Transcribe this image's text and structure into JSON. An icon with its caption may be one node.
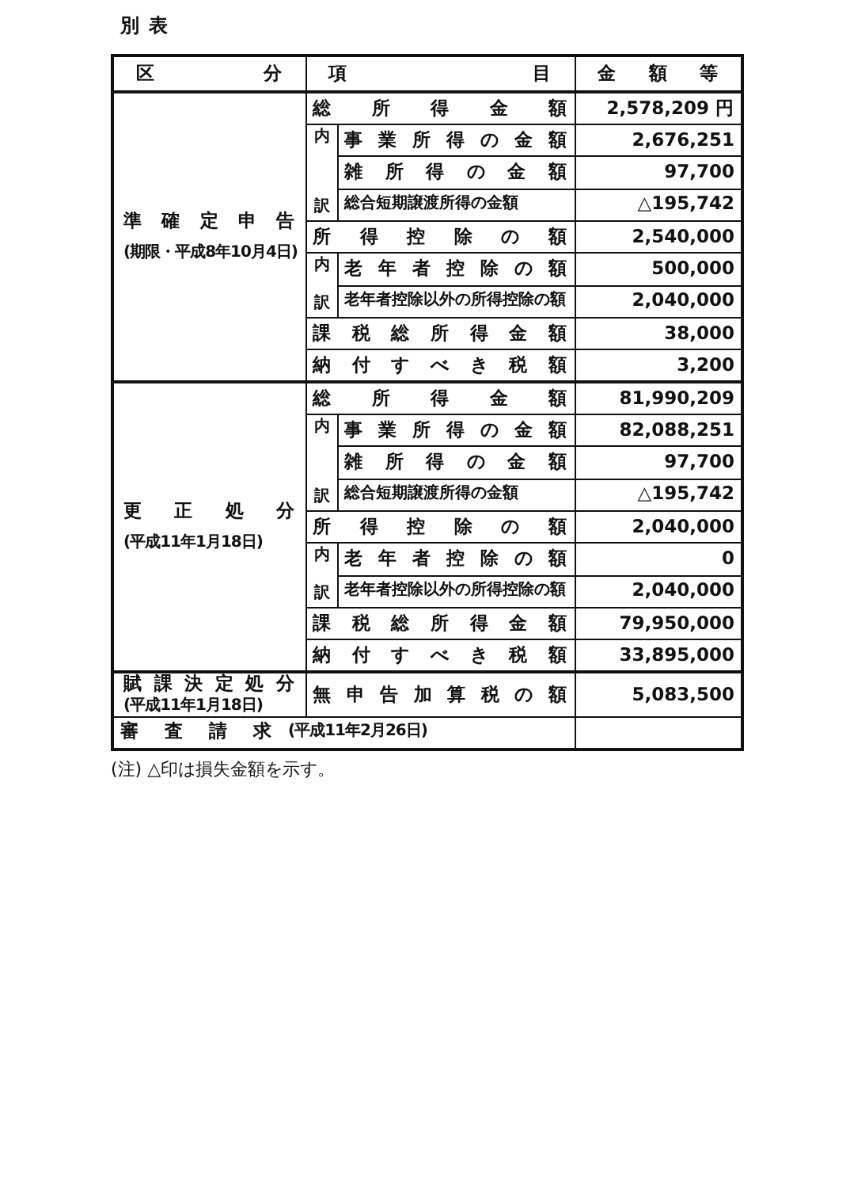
{
  "diagram": {
    "title": "別表",
    "labels": [
      "区分",
      "項目",
      "金額等",
      "準確定申告",
      "(期限・平成8年10月4日)",
      "総所得金額",
      "2,578,209 円",
      "内",
      "事業所得の金額",
      "2,676,251",
      "雑所得の金額",
      "97,700",
      "訳",
      "総合短期譲渡所得の金額",
      "△195,742",
      "所得控除の額",
      "2,540,000",
      "内",
      "老年者控除の額",
      "500,000",
      "訳",
      "老年者控除以外の所得控除の額",
      "2,040,000",
      "課税総所得金額",
      "38,000",
      "納付すべき税額",
      "3,200",
      "更正処分",
      "(平成11年1月18日)",
      "総所得金額",
      "81,990,209",
      "内",
      "事業所得の金額",
      "82,088,251",
      "雑所得の金額",
      "97,700",
      "訳",
      "総合短期譲渡所得の金額",
      "△195,742",
      "所得控除の額",
      "2,040,000",
      "内",
      "老年者控除の額",
      "0",
      "訳",
      "老年者控除以外の所得控除の額",
      "2,040,000",
      "課税総所得金額",
      "79,950,000",
      "納付すべき税額",
      "33,895,000",
      "賦課決定処分",
      "(平成11年1月18日)",
      "無申告加算税の額",
      "5,083,500",
      "審査請求",
      "(平成11年2月26日)",
      "(注) △印は損失金額を示す。"
    ]
  }
}
